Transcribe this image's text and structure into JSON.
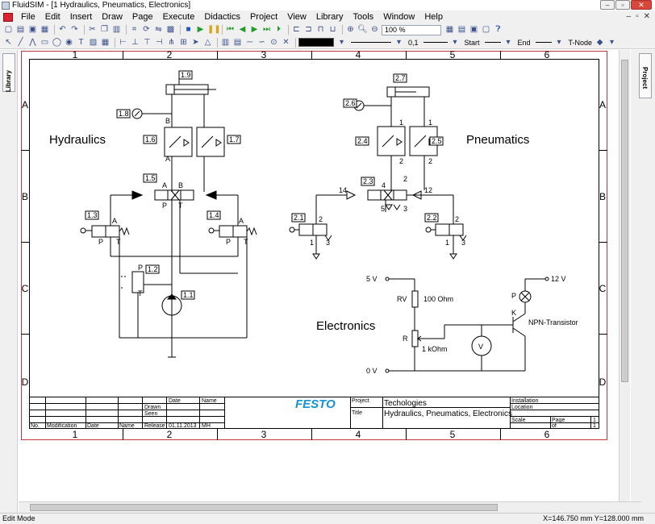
{
  "window": {
    "title": "FluidSIM - [1  Hydraulics, Pneumatics, Electronics]",
    "minimize": "–",
    "maximize": "▫",
    "close": "✕"
  },
  "menu": [
    "File",
    "Edit",
    "Insert",
    "Draw",
    "Page",
    "Execute",
    "Didactics",
    "Project",
    "View",
    "Library",
    "Tools",
    "Window",
    "Help"
  ],
  "mdi_controls": [
    "–",
    "▫",
    "✕"
  ],
  "toolbar": {
    "zoom": "100 %",
    "line_width": "0,1",
    "start_label": "Start",
    "end_label": "End",
    "tnode_label": "T-Node"
  },
  "sidebar": {
    "library_label": "Library",
    "project_label": "Project"
  },
  "sheet": {
    "columns": [
      "1",
      "2",
      "3",
      "4",
      "5",
      "6"
    ],
    "rows": [
      "A",
      "B",
      "C",
      "D"
    ],
    "headings": {
      "hydraulics": "Hydraulics",
      "pneumatics": "Pneumatics",
      "electronics": "Electronics"
    },
    "labels": {
      "l1_9": "1.9",
      "l1_8": "1.8",
      "l1_6": "1.6",
      "l1_7": "1.7",
      "l1_5": "1.5",
      "l1_3": "1.3",
      "l1_4": "1.4",
      "l1_2": "1.2",
      "l1_1": "1.1",
      "l2_7": "2.7",
      "l2_6": "2.6",
      "l2_4": "2.4",
      "l2_5": "2.5",
      "l2_3": "2.3",
      "l2_1": "2.1",
      "l2_2": "2.2"
    },
    "port_letters": {
      "A": "A",
      "B": "B",
      "P": "P",
      "T": "T"
    },
    "port_numbers": {
      "n1": "1",
      "n2": "2",
      "n3": "3",
      "n4": "4",
      "n5": "5",
      "n12": "12",
      "n14": "14"
    },
    "electronics": {
      "v5": "5 V",
      "v0": "0 V",
      "v12": "12 V",
      "rv": "RV",
      "r100": "100 Ohm",
      "r": "R",
      "r1k": "1 kOhm",
      "p": "P",
      "k": "K",
      "npn": "NPN-Transistor",
      "v": "V"
    },
    "title_block": {
      "date": "Date",
      "name": "Name",
      "drawn": "Drawn",
      "seen": "Seen",
      "release": "Release",
      "release_date": "01.11.2013",
      "release_name": "MH",
      "no": "No.",
      "modification": "Modification",
      "date2": "Date",
      "name2": "Name",
      "logo": "FESTO",
      "project_label": "Project",
      "project_value": "Techologies",
      "title_label": "Title",
      "title_value": "Hydraulics, Pneumatics, Electronics",
      "installation": "Installation",
      "location": "Location",
      "scale": "Scale",
      "page_label": "Page",
      "page_value": "1",
      "of_label": "of",
      "of_value": "1"
    }
  },
  "status": {
    "mode": "Edit Mode",
    "coords": "X=146.750 mm  Y=128.000 mm"
  }
}
